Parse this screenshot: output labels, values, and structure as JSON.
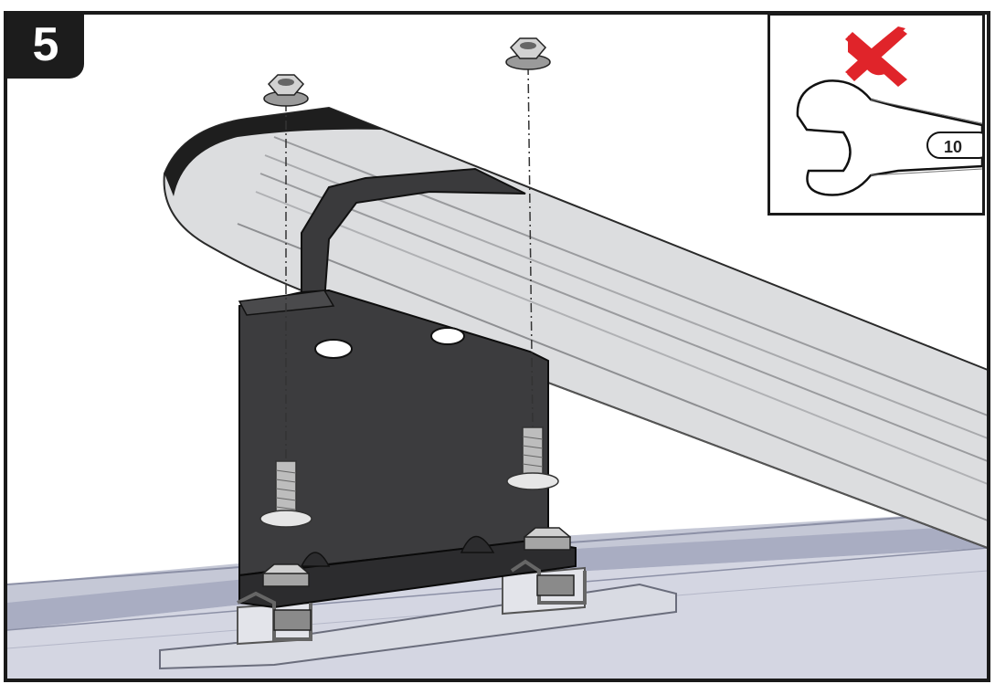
{
  "step": {
    "number": "5"
  },
  "inset": {
    "wrench_size": "10",
    "status": "prohibited"
  },
  "colors": {
    "frame": "#1a1a1a",
    "bracket": "#3b3b3d",
    "crossbar": "#d8d9da",
    "roof": "#c8cad6",
    "cross_mark": "#e0242a"
  }
}
